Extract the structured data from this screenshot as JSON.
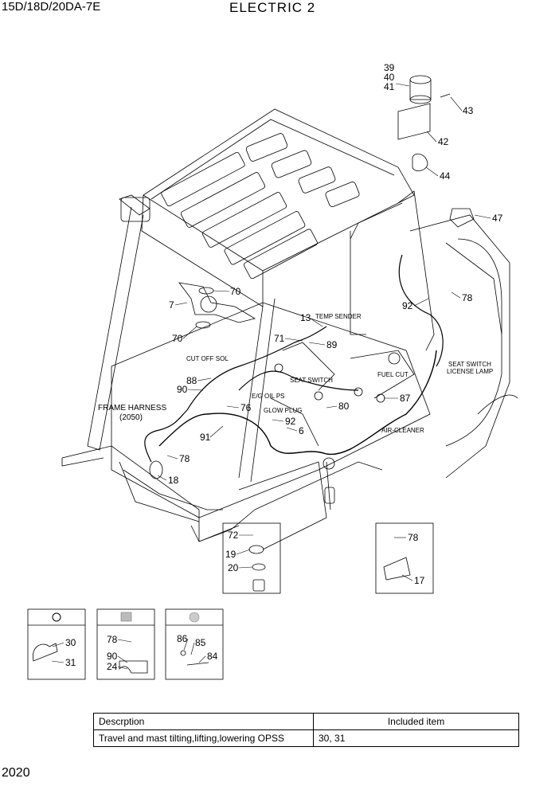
{
  "header": {
    "model": "15D/18D/20DA-7E",
    "title": "ELECTRIC 2"
  },
  "page_number": "2020",
  "notes": {
    "frame_harness": "FRAME HARNESS",
    "frame_harness_code": "(2050)",
    "temp_sender": "TEMP SENDER",
    "cut_off_sol": "CUT OFF SOL",
    "eg_oil_ps": "E/G OIL PS",
    "seat_switch": "SEAT SWITCH",
    "glow_plug": "GLOW PLUG",
    "fuel_cut": "FUEL CUT",
    "air_cleaner": "AIR-CLEANER",
    "seat_switch_2": "SEAT SWITCH",
    "license_lamp": "LICENSE LAMP"
  },
  "callouts": {
    "c39": "39",
    "c40": "40",
    "c41": "41",
    "c42": "42",
    "c43": "43",
    "c44": "44",
    "c47": "47",
    "c70a": "70",
    "c7": "7",
    "c70b": "70",
    "c92a": "92",
    "c78a": "78",
    "c13": "13",
    "c71": "71",
    "c89": "89",
    "c88": "88",
    "c90": "90",
    "c76": "76",
    "c80": "80",
    "c87": "87",
    "c92b": "92",
    "c6": "6",
    "c91": "91",
    "c78b": "78",
    "c18": "18",
    "c72": "72",
    "c19": "19",
    "c20": "20",
    "c78c": "78",
    "c17": "17",
    "c30": "30",
    "c31": "31",
    "c78d": "78",
    "c90b": "90",
    "c24": "24",
    "c86": "86",
    "c85": "85",
    "c84": "84"
  },
  "table": {
    "headers": [
      "Descrption",
      "Included item"
    ],
    "rows": [
      [
        "Travel and mast tilting,lifting,lowering OPSS",
        "30, 31"
      ]
    ]
  }
}
